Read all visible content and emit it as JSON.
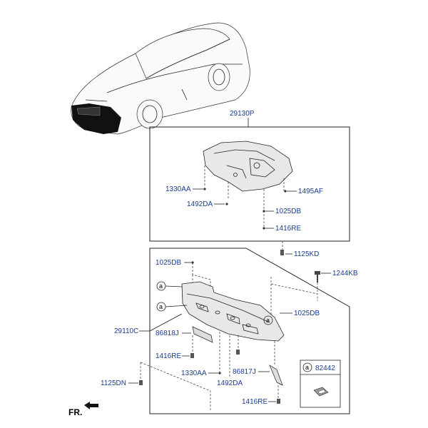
{
  "diagram": {
    "top_group_label": "29130P",
    "labels": {
      "p1330AA_top": "1330AA",
      "p1492DA_top": "1492DA",
      "p1495AF": "1495AF",
      "p1025DB_top": "1025DB",
      "p1416RE_top": "1416RE",
      "p1125KD": "1125KD",
      "p1244KB": "1244KB",
      "p1025DB_left": "1025DB",
      "p1025DB_right": "1025DB",
      "p29110C": "29110C",
      "p86818J": "86818J",
      "p1416RE_mid": "1416RE",
      "p1330AA_bot": "1330AA",
      "p86817J": "86817J",
      "p1492DA_bot": "1492DA",
      "p1125DN": "1125DN",
      "p1416RE_bot": "1416RE",
      "p82442": "82442"
    },
    "callout_letter": "a",
    "fr_label": "FR."
  }
}
